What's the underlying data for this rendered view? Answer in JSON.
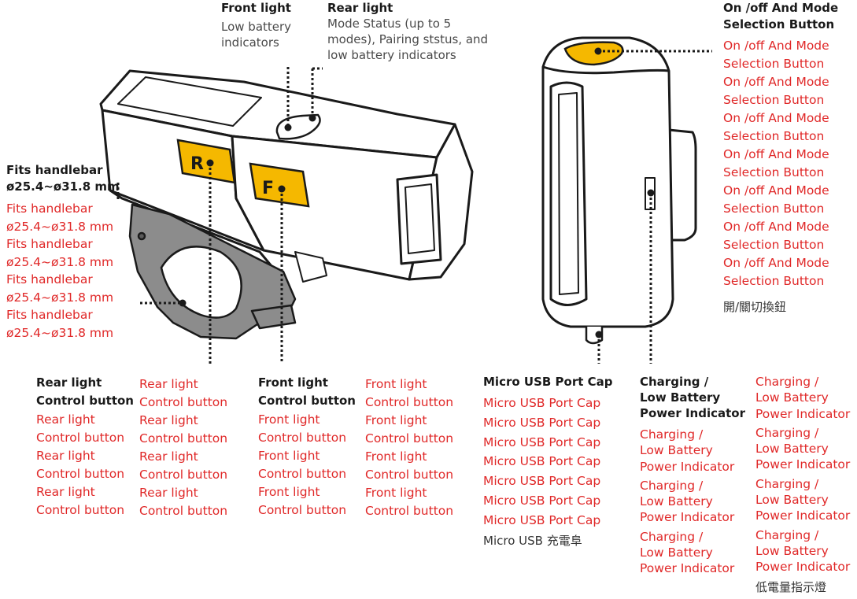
{
  "colors": {
    "accent": "#f5b800",
    "red": "#e02828",
    "outline": "#1a1a1a",
    "mount": "#8c8c8c"
  },
  "top_labels": {
    "front_light": {
      "title": "Front light",
      "desc": [
        "Low battery",
        "indicators"
      ]
    },
    "rear_light": {
      "title": "Rear light",
      "desc": [
        "Mode Status (up to 5",
        "modes), Pairing ststus, and",
        "low battery indicators"
      ]
    },
    "onoff": {
      "title": [
        "On /off And Mode",
        "Selection Button"
      ]
    }
  },
  "onoff_translations": [
    [
      "On /off And Mode",
      "Selection Button"
    ],
    [
      "On /off And Mode",
      "Selection Button"
    ],
    [
      "On /off And Mode",
      "Selection Button"
    ],
    [
      "On /off And Mode",
      "Selection Button"
    ],
    [
      "On /off And Mode",
      "Selection Button"
    ],
    [
      "On /off And Mode",
      "Selection Button"
    ],
    [
      "On /off And Mode",
      "Selection Button"
    ]
  ],
  "onoff_zh": "開/關切換鈕",
  "handlebar": {
    "title": [
      "Fits handlebar",
      "ø25.4~ø31.8 mm"
    ],
    "translations": [
      [
        "Fits handlebar",
        "ø25.4~ø31.8 mm"
      ],
      [
        "Fits handlebar",
        "ø25.4~ø31.8 mm"
      ],
      [
        "Fits handlebar",
        "ø25.4~ø31.8 mm"
      ],
      [
        "Fits handlebar",
        "ø25.4~ø31.8 mm"
      ]
    ]
  },
  "button_letters": {
    "rear": "R",
    "front": "F"
  },
  "rear_control": {
    "title": [
      "Rear light",
      "Control button"
    ],
    "col1": [
      [
        "Rear light",
        "Control button"
      ],
      [
        "Rear light",
        "Control button"
      ],
      [
        "Rear light",
        "Control button"
      ]
    ],
    "col2": [
      [
        "Rear light",
        "Control button"
      ],
      [
        "Rear light",
        "Control button"
      ],
      [
        "Rear light",
        "Control button"
      ],
      [
        "Rear light",
        "Control button"
      ]
    ]
  },
  "front_control": {
    "title": [
      "Front light",
      "Control button"
    ],
    "col1": [
      [
        "Front light",
        "Control button"
      ],
      [
        "Front light",
        "Control button"
      ],
      [
        "Front light",
        "Control button"
      ]
    ],
    "col2": [
      [
        "Front light",
        "Control button"
      ],
      [
        "Front light",
        "Control button"
      ],
      [
        "Front light",
        "Control button"
      ],
      [
        "Front light",
        "Control button"
      ]
    ]
  },
  "usb": {
    "title": "Micro USB Port Cap",
    "translations": [
      "Micro USB Port Cap",
      "Micro USB Port Cap",
      "Micro USB Port Cap",
      "Micro USB Port Cap",
      "Micro USB Port Cap",
      "Micro USB Port Cap",
      "Micro USB Port Cap"
    ],
    "zh": "Micro USB 充電阜"
  },
  "charging": {
    "title": [
      "Charging /",
      "Low Battery",
      "Power Indicator"
    ],
    "col1": [
      [
        "Charging /",
        "Low Battery",
        "Power Indicator"
      ],
      [
        "Charging /",
        "Low Battery",
        "Power Indicator"
      ],
      [
        "Charging /",
        "Low Battery",
        "Power Indicator"
      ]
    ],
    "col2": [
      [
        "Charging /",
        "Low Battery",
        "Power Indicator"
      ],
      [
        "Charging /",
        "Low Battery",
        "Power Indicator"
      ],
      [
        "Charging /",
        "Low Battery",
        "Power Indicator"
      ],
      [
        "Charging /",
        "Low Battery",
        "Power Indicator"
      ]
    ],
    "zh": "低電量指示燈"
  }
}
